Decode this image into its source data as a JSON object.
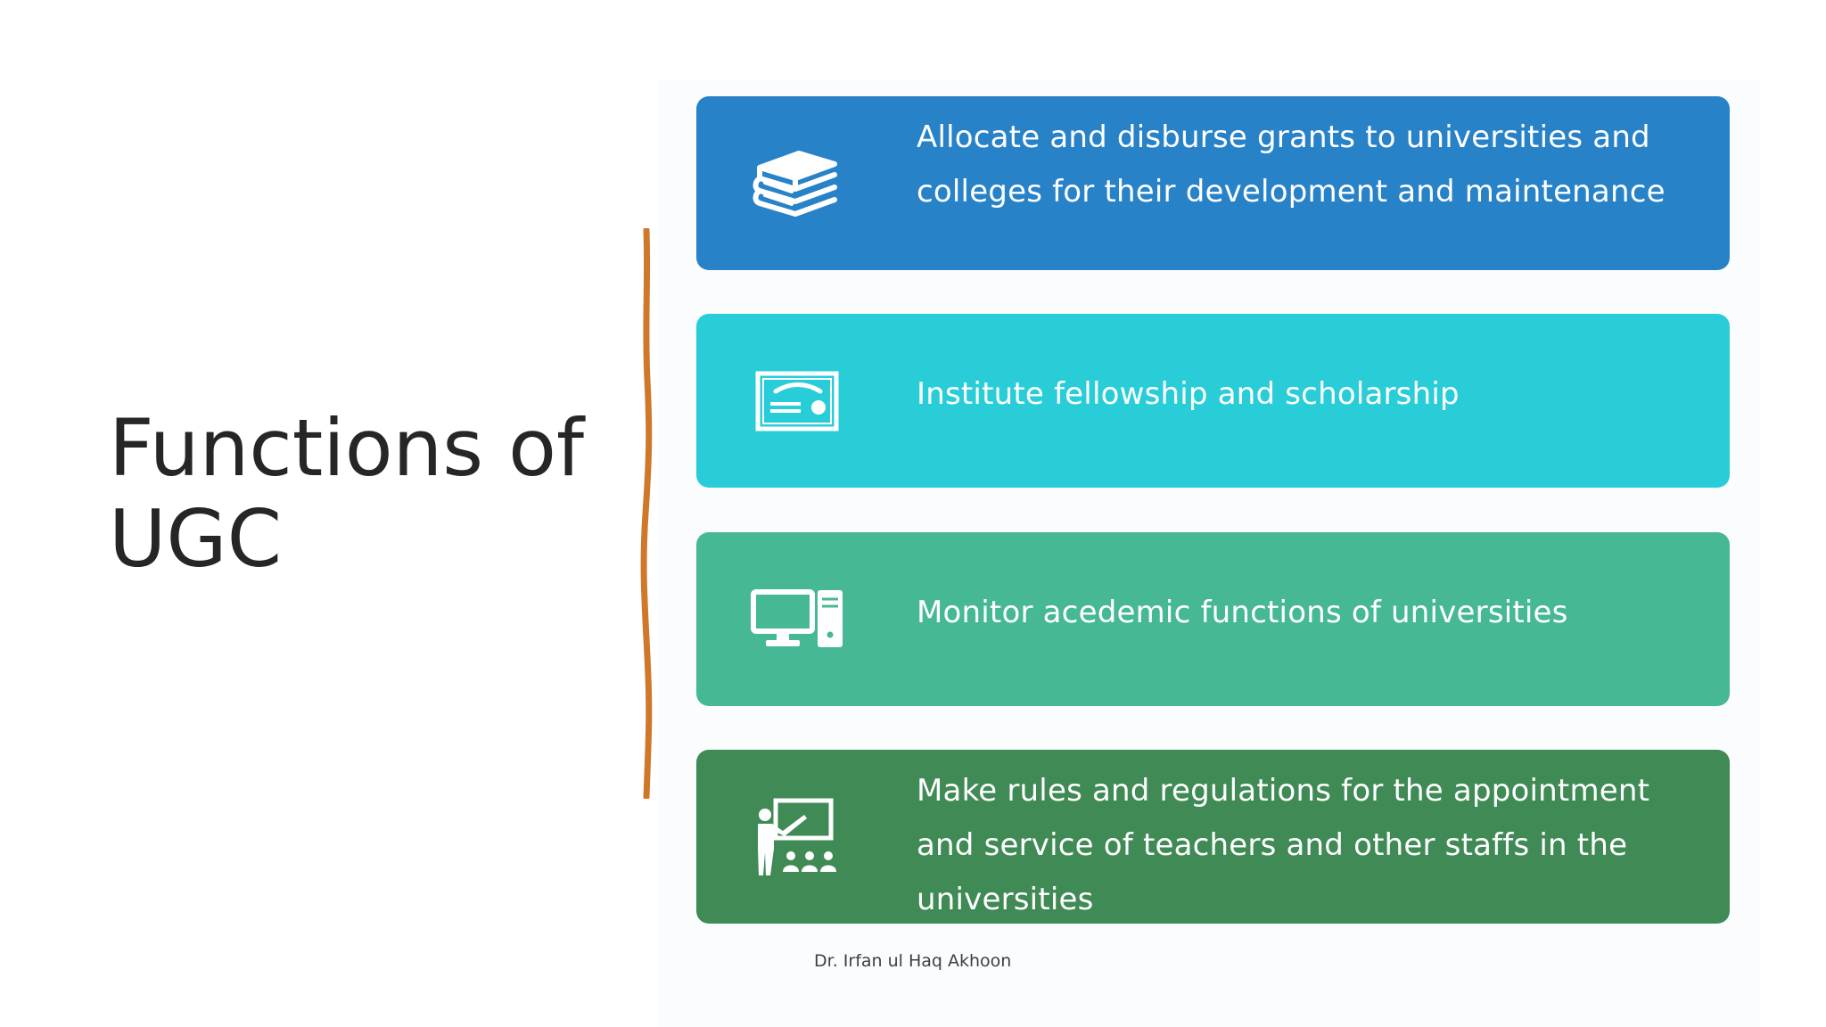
{
  "slide": {
    "title": "Functions of UGC",
    "footer": "Dr. Irfan ul Haq Akhoon",
    "accent_color": "#d0782a"
  },
  "cards": [
    {
      "text": "Allocate and disburse grants to universities and colleges for their development and maintenance",
      "icon": "books-icon",
      "color": "#2882c8"
    },
    {
      "text": "Institute fellowship and scholarship",
      "icon": "certificate-icon",
      "color": "#29cdd8"
    },
    {
      "text": "Monitor acedemic functions of universities",
      "icon": "computer-icon",
      "color": "#46b896"
    },
    {
      "text": "Make rules and regulations for the appointment and service of teachers and other staffs in the universities",
      "icon": "classroom-teacher-icon",
      "color": "#3f8a55"
    }
  ]
}
